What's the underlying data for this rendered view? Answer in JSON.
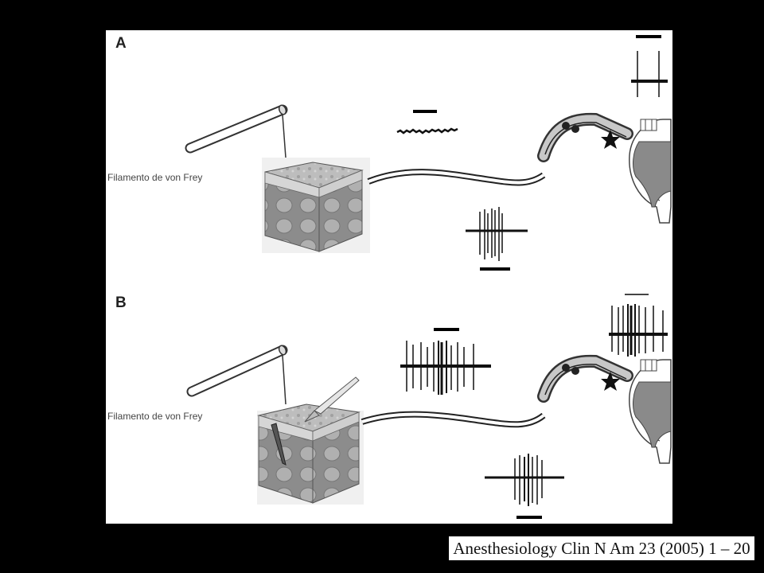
{
  "panels": [
    {
      "label": "A",
      "filament_label": "Filamento de von Frey"
    },
    {
      "label": "B",
      "filament_label": "Filamento de von Frey"
    }
  ],
  "citation": "Anesthesiology Clin N Am 23 (2005) 1 – 20",
  "colors": {
    "background": "#000000",
    "panel": "#ffffff",
    "gray_matter": "#8a8a8a",
    "tissue": "#8f8f8f"
  }
}
